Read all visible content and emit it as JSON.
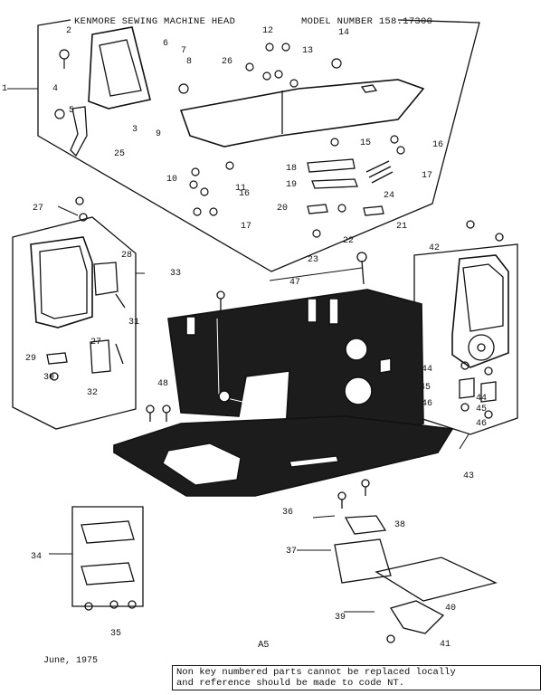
{
  "title": "KENMORE SEWING MACHINE HEAD",
  "model": "MODEL NUMBER 158.17300",
  "date": "June, 1975",
  "page_code": "A5",
  "footnote_line1": "Non key numbered parts cannot be replaced locally",
  "footnote_line2": "and reference should be made to code NT.",
  "part_labels": [
    "1",
    "2",
    "3",
    "4",
    "5",
    "6",
    "7",
    "8",
    "9",
    "10",
    "11",
    "12",
    "13",
    "14",
    "15",
    "16",
    "16",
    "17",
    "17",
    "18",
    "19",
    "20",
    "21",
    "22",
    "23",
    "24",
    "25",
    "26",
    "27",
    "27",
    "28",
    "29",
    "30",
    "31",
    "32",
    "33",
    "34",
    "35",
    "36",
    "37",
    "38",
    "39",
    "40",
    "41",
    "42",
    "43",
    "44",
    "44",
    "45",
    "45",
    "46",
    "46",
    "47",
    "48"
  ]
}
